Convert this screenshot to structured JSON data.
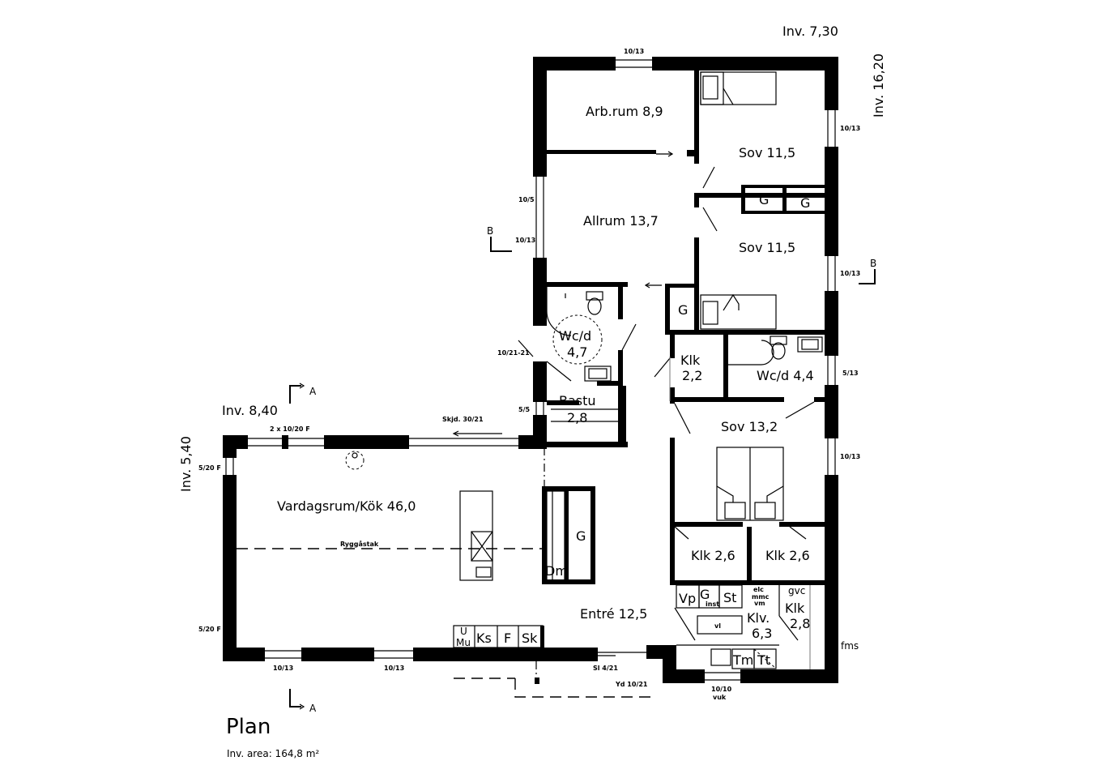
{
  "plan": {
    "title": "Plan",
    "area_label": "Inv. area: 164,8 m²"
  },
  "levels": {
    "top": "Inv. 7,30",
    "right": "Inv. 16,20",
    "left": "Inv. 5,40",
    "upper_left": "Inv. 8,40"
  },
  "rooms": {
    "arbrum": "Arb.rum 8,9",
    "sov1": "Sov 11,5",
    "allrum": "Allrum 13,7",
    "sov2": "Sov 11,5",
    "wcd1_name": "Wc/d",
    "wcd1_area": "4,7",
    "klk1_name": "Klk",
    "klk1_area": "2,2",
    "wcd2": "Wc/d 4,4",
    "bastu_name": "Bastu",
    "bastu_area": "2,8",
    "sov3": "Sov 13,2",
    "vardagsrum": "Vardagsrum/Kök 46,0",
    "klk2": "Klk 2,6",
    "klk3": "Klk 2,6",
    "entre": "Entré 12,5",
    "klv_name": "Klv.",
    "klv_area": "6,3",
    "klk4_name": "Klk",
    "klk4_area": "2,8"
  },
  "fixtures": {
    "g": "G",
    "dm": "Dm",
    "vp": "Vp",
    "st": "St",
    "g_inst": "inst",
    "elc": "elc",
    "mmc": "mmc",
    "vm": "vm",
    "gvc": "gvc",
    "vl": "vl",
    "tm": "Tm",
    "tt": "Tt",
    "u": "U",
    "mu": "Mu",
    "ks": "Ks",
    "f": "F",
    "sk": "Sk",
    "fms": "fms"
  },
  "windows": {
    "w_top": "10/13",
    "w_right1": "10/13",
    "w_right2": "10/13",
    "w_right3": "5/13",
    "w_right4": "10/13",
    "w_left1": "10/5",
    "w_left2": "10/13",
    "w_door_wc": "10/21-21",
    "w_bastu": "5/5",
    "w_liv_top": "2 x 10/20 F",
    "w_sliding": "Skjd. 30/21",
    "w_liv_left1": "5/20 F",
    "w_liv_left2": "5/20 F",
    "w_bottom1": "10/13",
    "w_bottom2": "10/13",
    "w_sl": "Sl 4/21",
    "w_yd": "Yd 10/21",
    "w_vuk1": "10/10",
    "w_vuk2": "vuk",
    "ridge": "Ryggåstak"
  },
  "sections": {
    "a_label": "A",
    "b_label": "B"
  }
}
